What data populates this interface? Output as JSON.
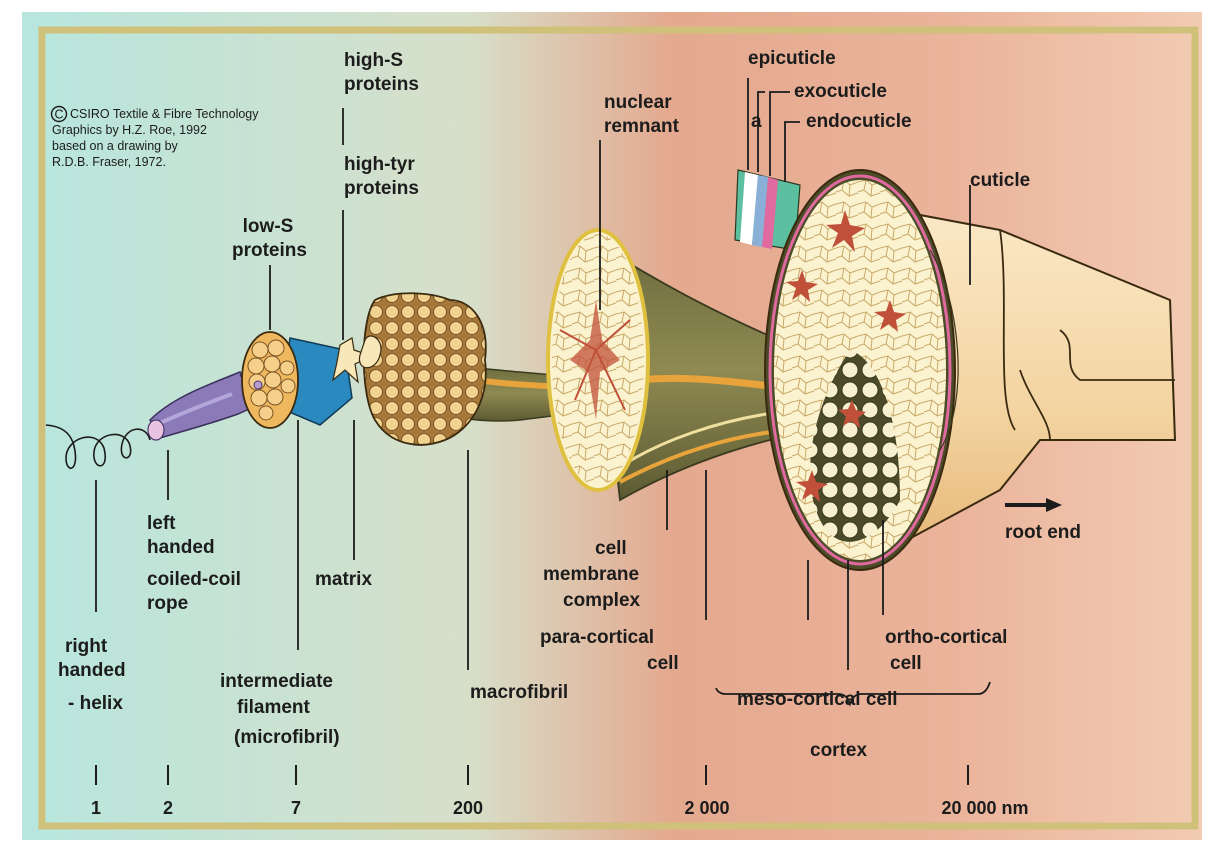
{
  "credit": {
    "symbol": "C",
    "line1": "CSIRO Textile & Fibre Technology",
    "line2": "Graphics by H.Z. Roe, 1992",
    "line3": "based on a drawing by",
    "line4": "R.D.B. Fraser, 1972."
  },
  "labels": {
    "high_s_1": "high-S",
    "high_s_2": "proteins",
    "high_tyr_1": "high-tyr",
    "high_tyr_2": "proteins",
    "low_s_1": "low-S",
    "low_s_2": "proteins",
    "nuclear_1": "nuclear",
    "nuclear_2": "remnant",
    "epicuticle": "epicuticle",
    "exocuticle": "exocuticle",
    "a_layer": "a",
    "endocuticle": "endocuticle",
    "cuticle": "cuticle",
    "root_end": "root end",
    "right_1": "right",
    "right_2": "handed",
    "right_3": "- helix",
    "left_1": "left",
    "left_2": "handed",
    "left_3": "coiled-coil",
    "left_4": "rope",
    "matrix": "matrix",
    "if_1": "intermediate",
    "if_2": "filament",
    "if_3": "(microfibril)",
    "macrofibril": "macrofibril",
    "cmc_1": "cell",
    "cmc_2": "membrane",
    "cmc_3": "complex",
    "para_1": "para-cortical",
    "para_2": "cell",
    "ortho_1": "ortho-cortical",
    "ortho_2": "cell",
    "meso": "meso-cortical cell",
    "cortex": "cortex"
  },
  "scale": [
    "1",
    "2",
    "7",
    "200",
    "2 000",
    "20 000 nm"
  ],
  "colors": {
    "border": "#cfc07a",
    "bg_left": "#bfe8e0",
    "bg_mid": "#e6a88e",
    "bg_right": "#f1c8b0",
    "cell_fill": "#fbf2cc",
    "olive": "#7d7a45",
    "nucleus": "#c0503a",
    "cuticle": "#f6ddb4",
    "purple": "#8a7ab8",
    "blue": "#2a8abf"
  }
}
